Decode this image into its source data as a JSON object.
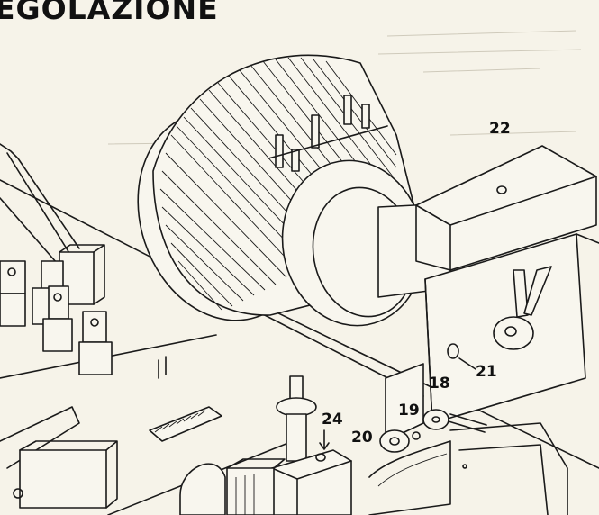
{
  "heading": "EGOLAZIONE",
  "callouts": {
    "c22": "22",
    "c21": "21",
    "c18": "18",
    "c19": "19",
    "c24": "24",
    "c20": "20"
  },
  "colors": {
    "paper": "#f6f3e9",
    "ink": "#1a1a1a"
  }
}
